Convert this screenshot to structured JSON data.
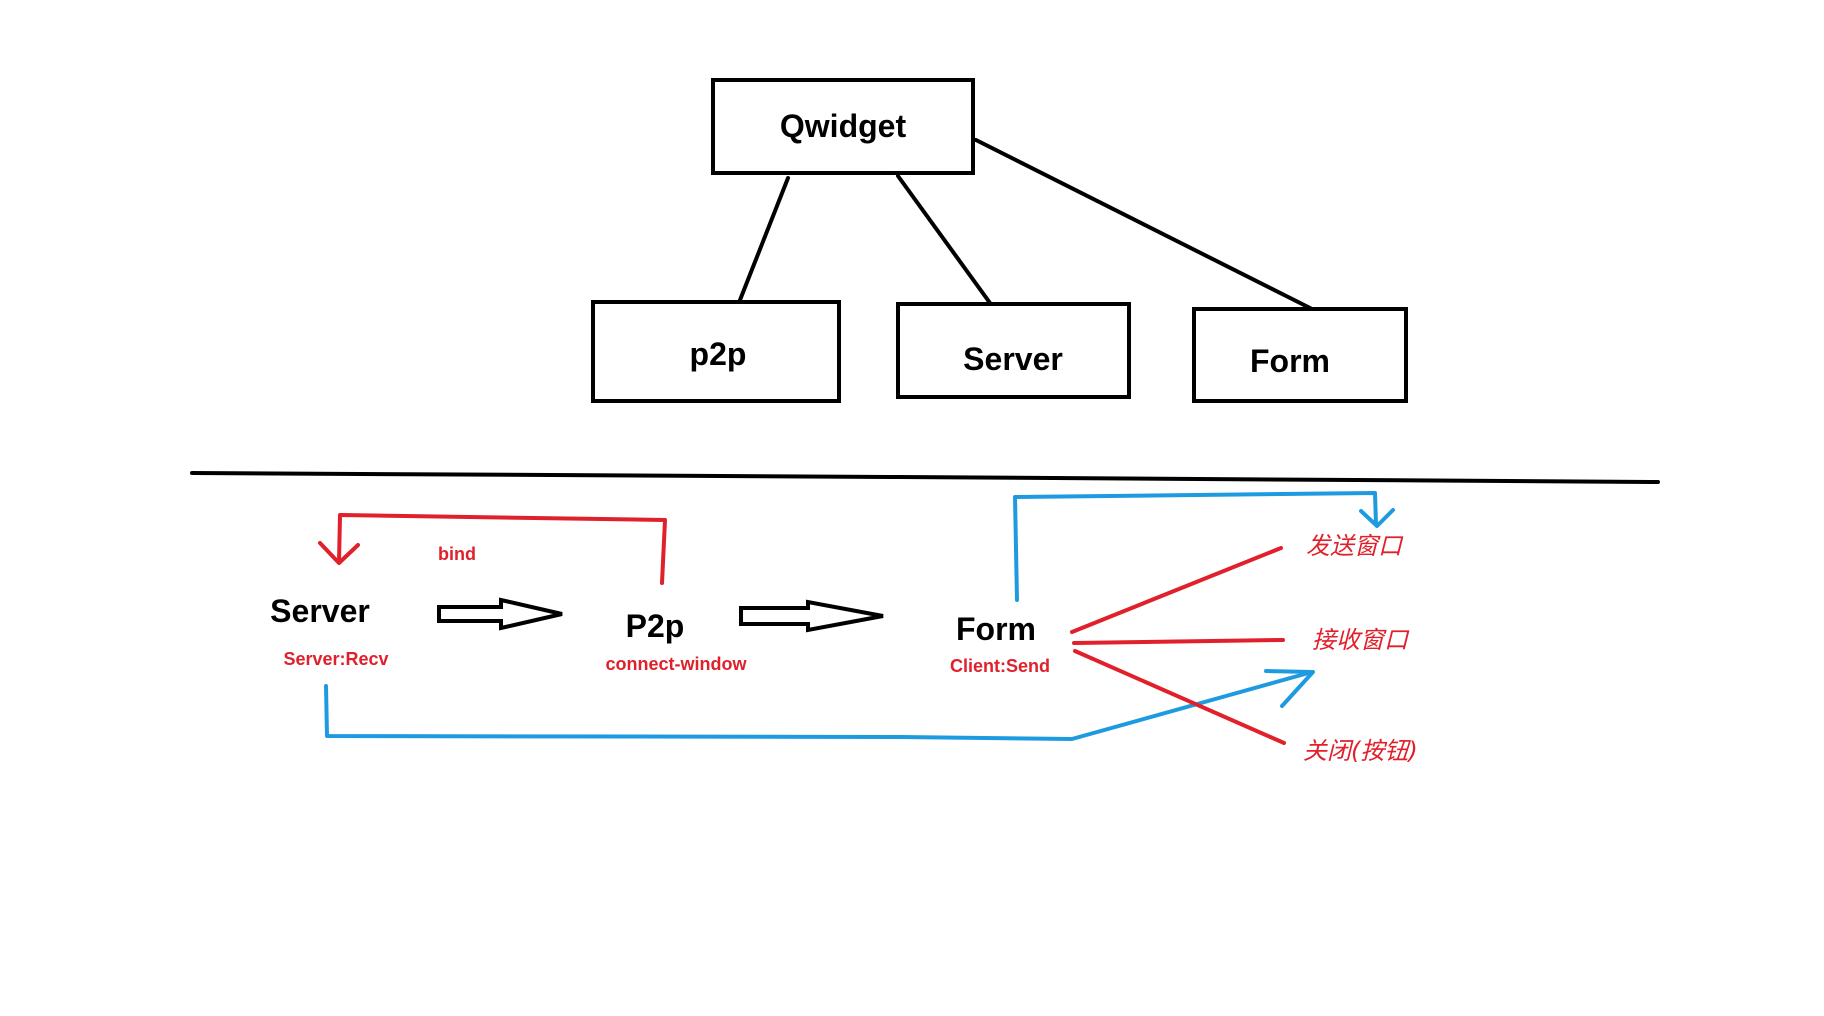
{
  "hierarchy": {
    "root": "Qwidget",
    "children": [
      "p2p",
      "Server",
      "Form"
    ]
  },
  "flow": {
    "nodes": [
      {
        "label": "Server",
        "sub": "Server:Recv"
      },
      {
        "label": "P2p",
        "sub": "connect-window"
      },
      {
        "label": "Form",
        "sub": "Client:Send"
      }
    ],
    "bind_label": "bind",
    "outputs": [
      "发送窗口",
      "接收窗口",
      "关闭(按钮)"
    ]
  },
  "colors": {
    "black": "#000000",
    "red": "#e0202a",
    "blue": "#1e9be0"
  }
}
